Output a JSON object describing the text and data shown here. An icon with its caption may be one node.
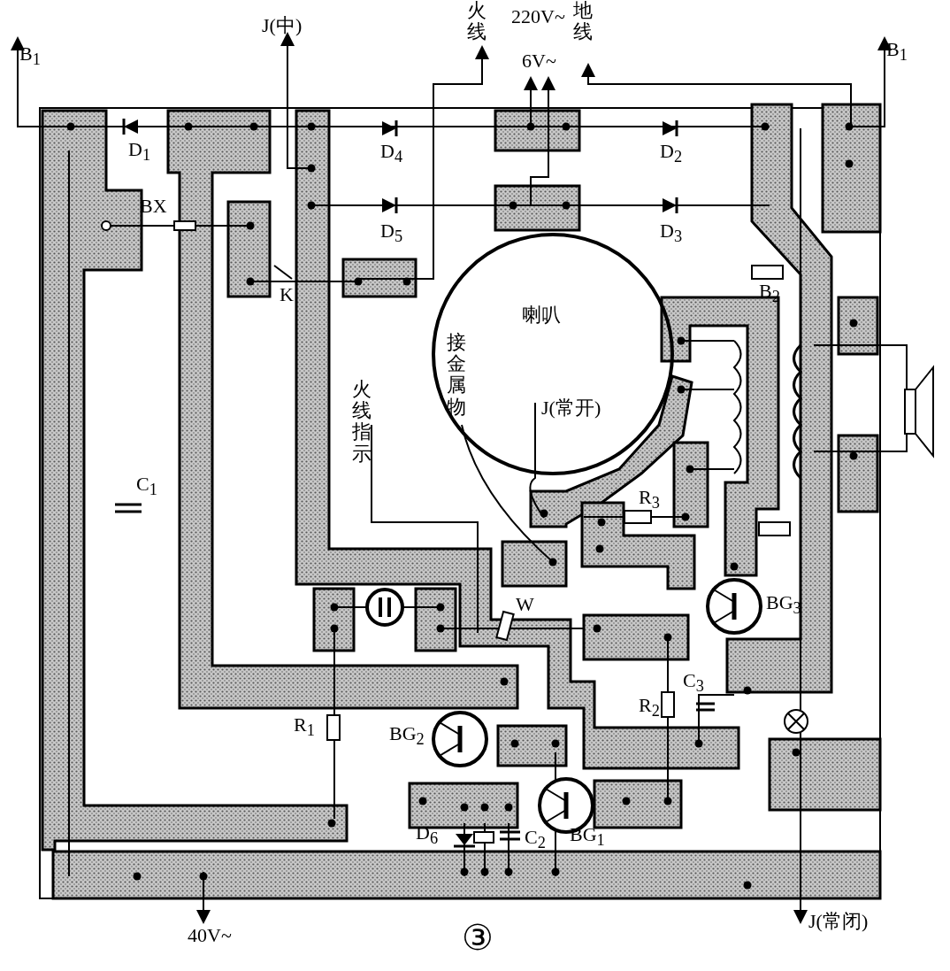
{
  "diagram": {
    "caption": "③",
    "labels": [
      "B$_{1}$",
      "J(中)",
      "火线",
      "220V~",
      "地线",
      "6V~",
      "B$_{1}$",
      "D$_{1}$",
      "D$_{4}$",
      "D$_{2}$",
      "BX",
      "D$_{5}$",
      "D$_{3}$",
      "K",
      "B$_{2}$",
      "喇叭",
      "接金属物",
      "J(常开)",
      "火线指示",
      "C$_{1}$",
      "R$_{3}$",
      "W",
      "BG$_{3}$",
      "R$_{1}$",
      "BG$_{2}$",
      "R$_{2}$",
      "C$_{3}$",
      "D$_{6}$",
      "C$_{2}$",
      "BG$_{1}$",
      "40V~",
      "J(常闭)"
    ]
  }
}
